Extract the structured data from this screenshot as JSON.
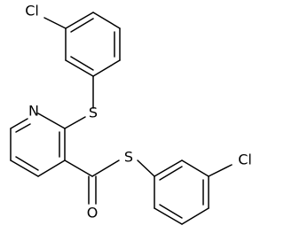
{
  "diagram": {
    "type": "chemical-structure",
    "atoms": {
      "cl_top": "Cl",
      "s_thioether": "S",
      "n_pyridine": "N",
      "s_thioester": "S",
      "o_carbonyl": "O",
      "cl_right": "Cl"
    },
    "colors": {
      "bond": "#000000",
      "text": "#000000",
      "background": "#ffffff"
    }
  }
}
